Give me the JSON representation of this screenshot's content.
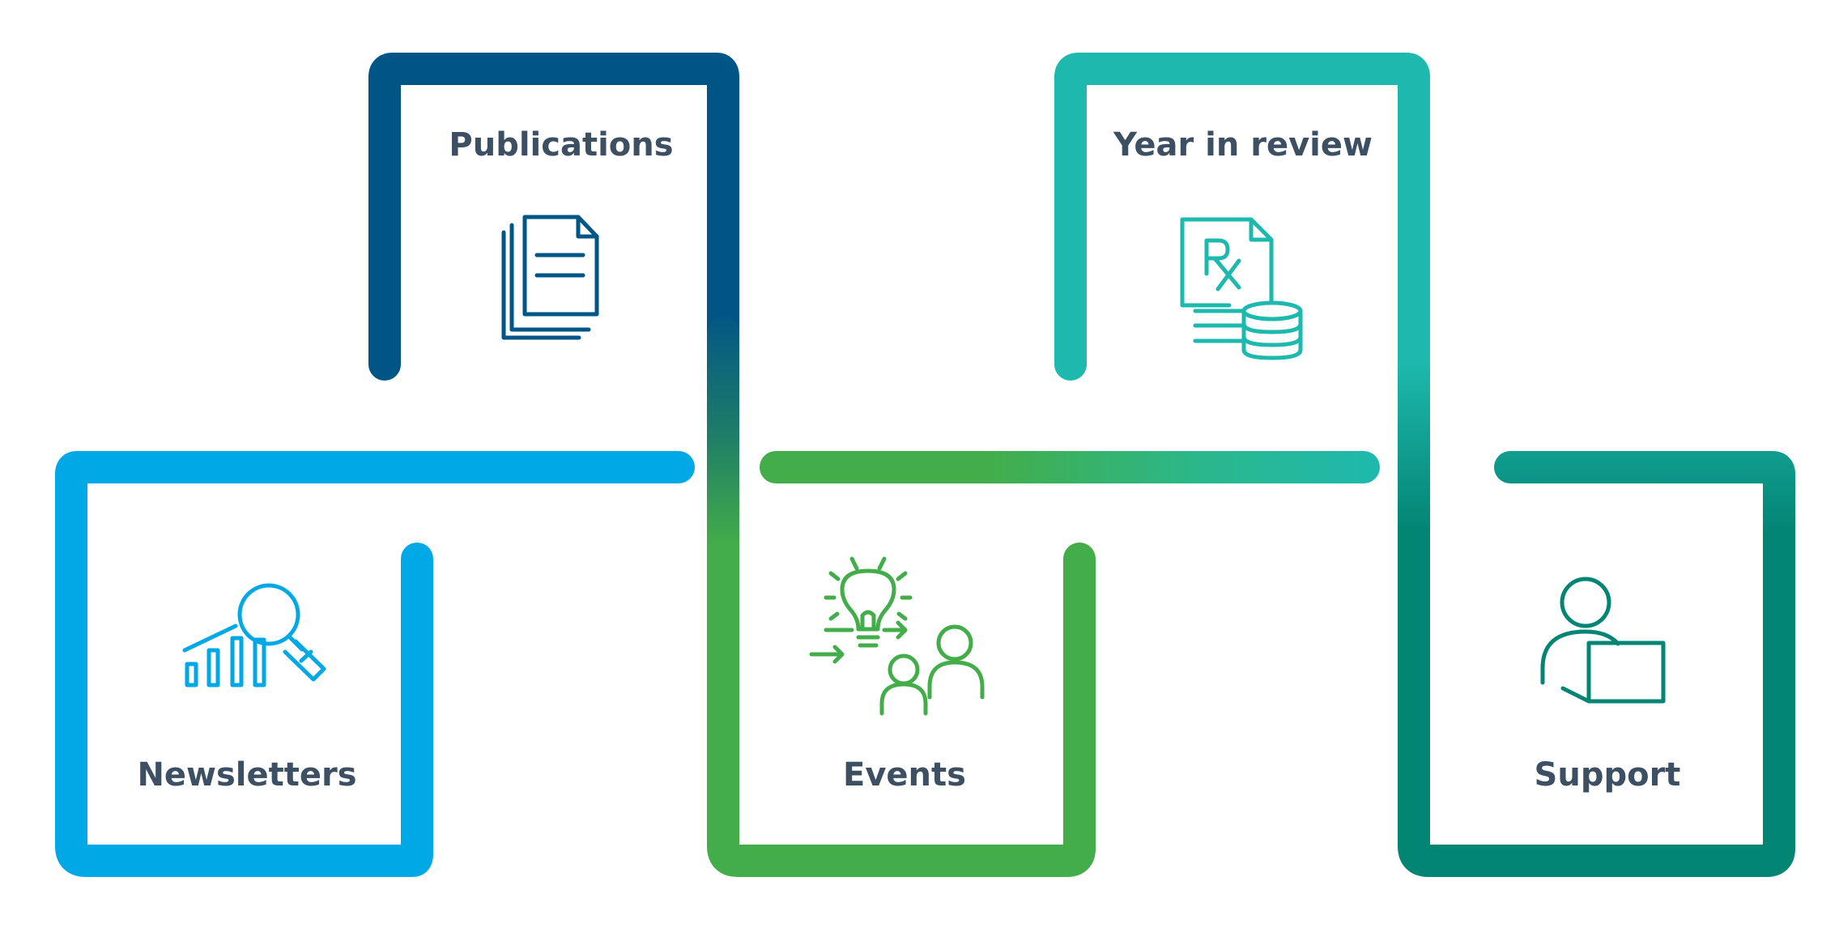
{
  "cards": [
    {
      "id": "publications",
      "label": "Publications",
      "color": "#005587"
    },
    {
      "id": "year-in-review",
      "label": "Year in review",
      "color": "#1eb9ae"
    },
    {
      "id": "newsletters",
      "label": "Newsletters",
      "color": "#00a9e6"
    },
    {
      "id": "events",
      "label": "Events",
      "color": "#43ad49"
    },
    {
      "id": "support",
      "label": "Support",
      "color": "#038574"
    }
  ],
  "icons": {
    "publications": "documents-stack-icon",
    "year-in-review": "prescription-coins-icon",
    "newsletters": "chart-magnifier-icon",
    "events": "lightbulb-people-icon",
    "support": "person-laptop-icon"
  }
}
